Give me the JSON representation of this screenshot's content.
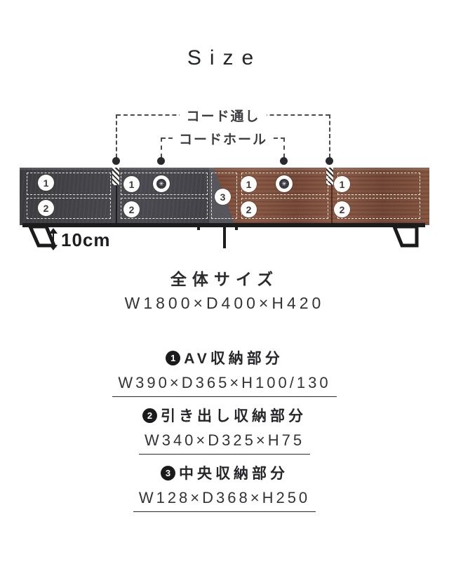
{
  "title": "Size",
  "callouts": [
    {
      "label": "コード通し"
    },
    {
      "label": "コードホール"
    }
  ],
  "board": {
    "doors": [
      {
        "top_badge": "1",
        "bottom_badge": "2"
      },
      {
        "top_badge": "1",
        "bottom_badge": "2"
      },
      {
        "top_badge": "1",
        "bottom_badge": "2"
      },
      {
        "top_badge": "1",
        "bottom_badge": "2"
      }
    ],
    "center_badge": "3",
    "grommet_glyph": "✳",
    "leg_height": "10cm"
  },
  "overall": {
    "heading": "全体サイズ",
    "dimensions": "W1800×D400×H420"
  },
  "sections": [
    {
      "num": "1",
      "name": "AV収納部分",
      "dimensions": "W390×D365×H100/130"
    },
    {
      "num": "2",
      "name": "引き出し収納部分",
      "dimensions": "W340×D325×H75"
    },
    {
      "num": "3",
      "name": "中央収納部分",
      "dimensions": "W128×D368×H250"
    }
  ],
  "colors": {
    "dark_wood": "#454449",
    "walnut_wood": "#7d4f3c",
    "stitch": "#ece7dc",
    "metal_leg": "#1c1c1e",
    "text": "#2a2a2e"
  }
}
